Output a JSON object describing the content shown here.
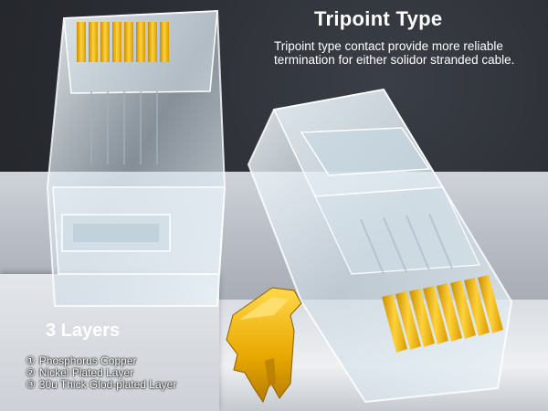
{
  "header": {
    "title": "Tripoint Type",
    "description": "Tripoint type contact provide more reliable termination for either solidor stranded cable."
  },
  "layers": {
    "title": "3 Layers",
    "items": [
      {
        "num": "①",
        "label": "Phosphorus Copper"
      },
      {
        "num": "②",
        "label": "Nickel Plated Layer"
      },
      {
        "num": "③",
        "label": "30u Thick Glod-plated Layer"
      }
    ]
  },
  "colors": {
    "gold": "#f2b705",
    "gold_dark": "#c98d00",
    "clear_plastic": "#e8f1f7",
    "text": "#ffffff"
  },
  "icons": {
    "connector_left": "rj45-connector-upright-icon",
    "connector_right": "rj45-connector-tilted-icon",
    "contact": "gold-contact-pin-icon"
  }
}
